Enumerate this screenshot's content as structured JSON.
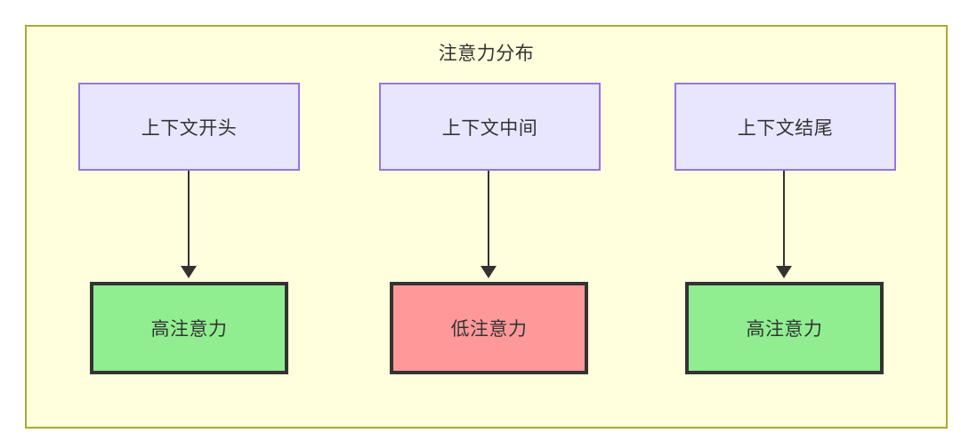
{
  "diagram": {
    "title": "注意力分布",
    "background_color": "#ffffdd",
    "border_color": "#aaaa33",
    "context_nodes": [
      {
        "label": "上下文开头",
        "fill": "#e8e6ff",
        "stroke": "#9575e0"
      },
      {
        "label": "上下文中间",
        "fill": "#e8e6ff",
        "stroke": "#9575e0"
      },
      {
        "label": "上下文结尾",
        "fill": "#e8e6ff",
        "stroke": "#9575e0"
      }
    ],
    "outcome_nodes": [
      {
        "label": "高注意力",
        "fill": "#90ee90",
        "stroke": "#333333"
      },
      {
        "label": "低注意力",
        "fill": "#ff9999",
        "stroke": "#333333"
      },
      {
        "label": "高注意力",
        "fill": "#90ee90",
        "stroke": "#333333"
      }
    ],
    "edges": [
      {
        "from": "上下文开头",
        "to": "高注意力"
      },
      {
        "from": "上下文中间",
        "to": "低注意力"
      },
      {
        "from": "上下文结尾",
        "to": "高注意力"
      }
    ]
  }
}
